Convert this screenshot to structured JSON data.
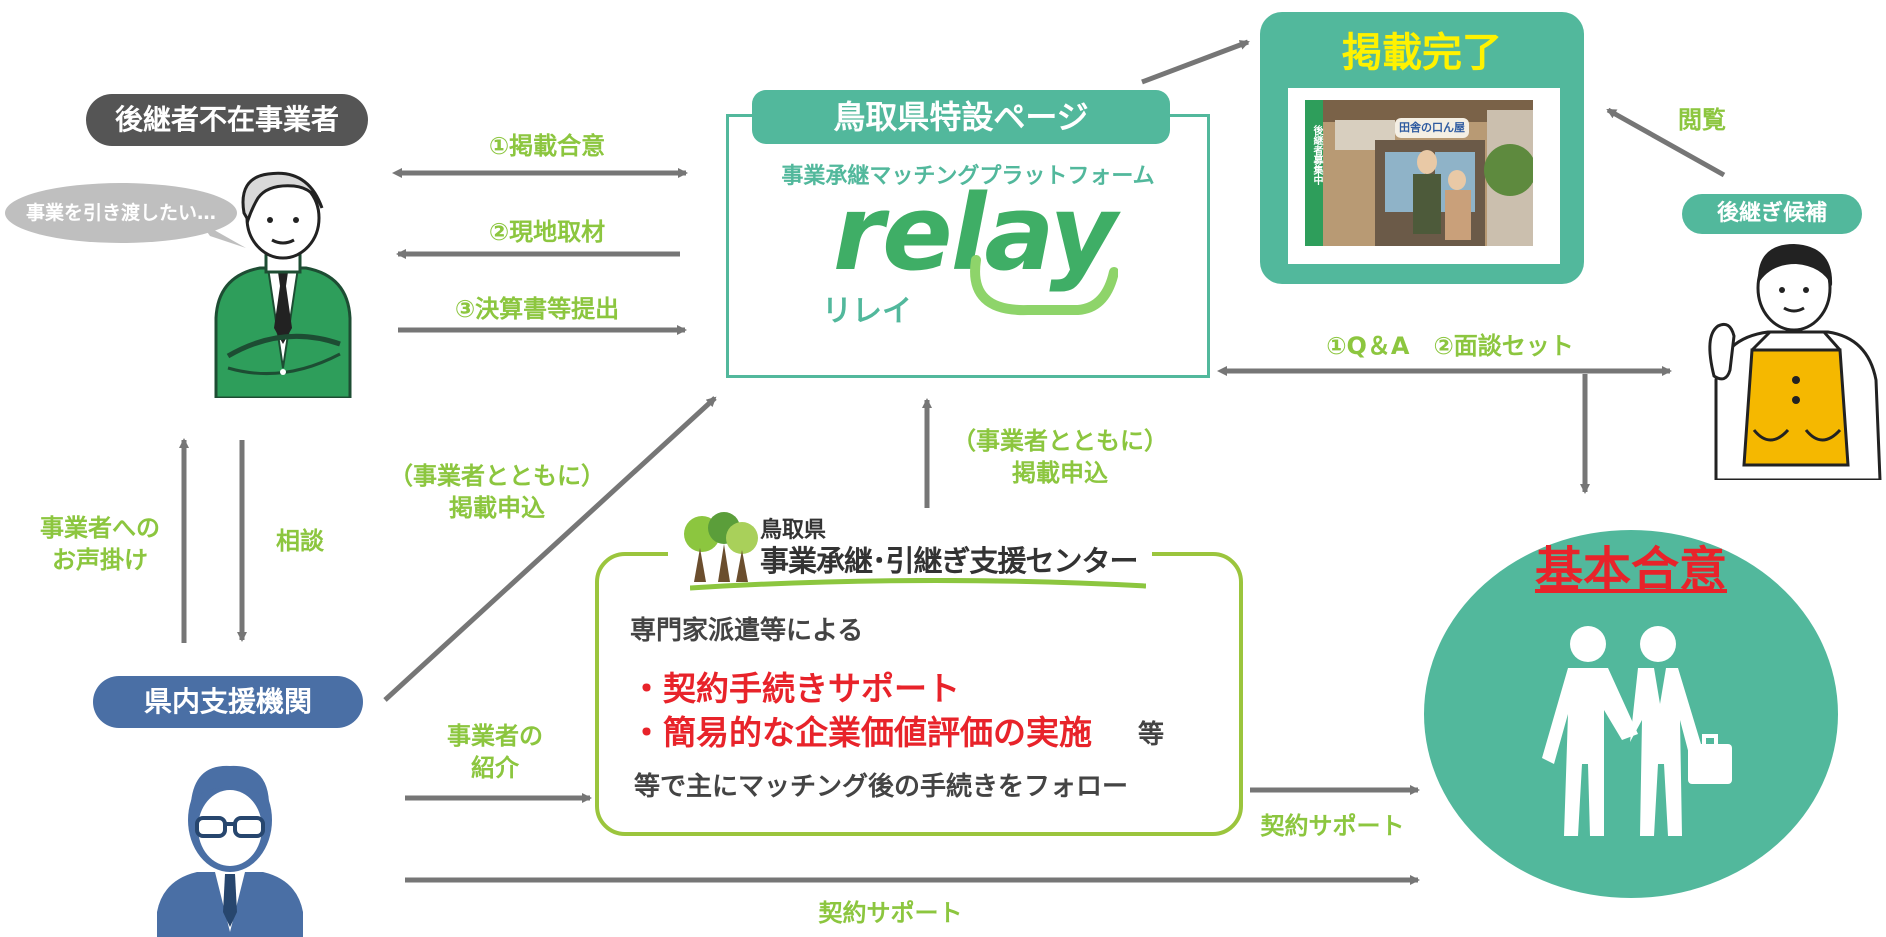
{
  "left": {
    "owner_label": "後継者不在事業者",
    "speech": "事業を引き渡したい…",
    "support_org_label": "県内支援機関",
    "up_label": "事業者への\nお声掛け",
    "down_label": "相談"
  },
  "flow": {
    "step1": "①掲載合意",
    "step2": "②現地取材",
    "step3": "③決算書等提出",
    "apply_left": "（事業者とともに）\n掲載申込",
    "apply_center": "（事業者とともに）\n掲載申込",
    "introduce": "事業者の\n紹介",
    "contract_mid": "契約サポート",
    "contract_bottom": "契約サポート",
    "qa": "①Q＆A　②面談セット",
    "browse": "閲覧"
  },
  "relay": {
    "header": "鳥取県特設ページ",
    "subtitle": "事業承継マッチングプラットフォーム",
    "logo": "relay",
    "logo_kana": "リレイ"
  },
  "posted": {
    "title": "掲載完了",
    "sign_vertical": "後継者募集中",
    "shop_sign": "田舎の口ん屋"
  },
  "successor": {
    "label": "後継ぎ候補"
  },
  "agreement": {
    "title": "基本合意"
  },
  "center": {
    "pref": "鳥取県",
    "name": "事業承継･引継ぎ支援センター",
    "line1": "専門家派遣等による",
    "bullet1": "・契約手続きサポート",
    "bullet2": "・簡易的な企業価値評価の実施",
    "bullet2_suffix": "等",
    "line_last": "等で主にマッチング後の手続きをフォロー"
  },
  "colors": {
    "green_text": "#8cc63f",
    "teal": "#52b89c",
    "navy": "#4a6fa5",
    "dark_pill": "#555555",
    "gray_bubble": "#bfbfbf",
    "arrow": "#767676",
    "red": "#e8232a",
    "border_green": "#9bc53d"
  }
}
